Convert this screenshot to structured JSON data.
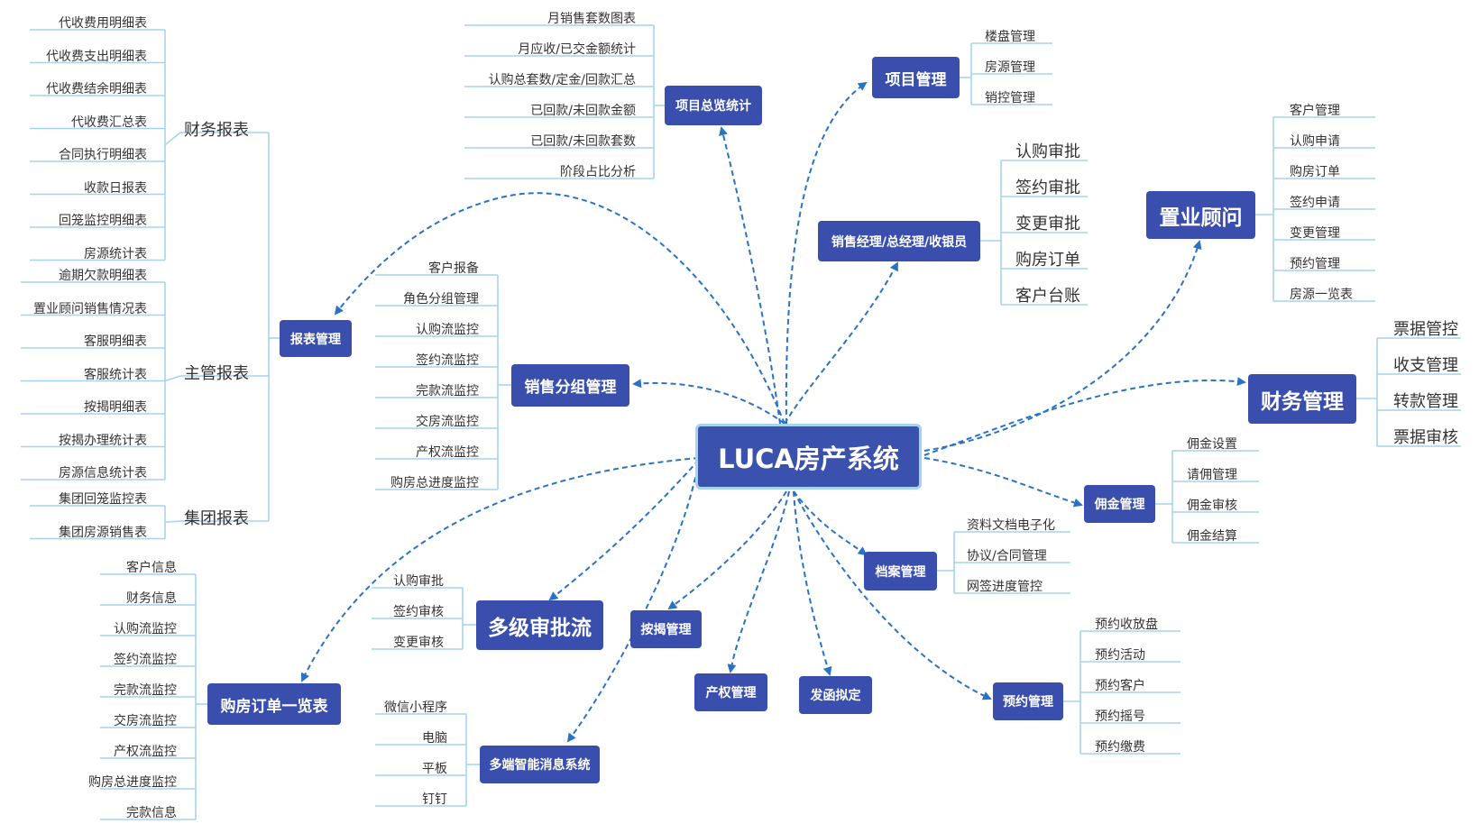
{
  "center": {
    "label": "LUCA房产系统"
  },
  "topics": {
    "baobiao": "报表管理",
    "zonglan": "项目总览统计",
    "xiangmu": "项目管理",
    "xiaoshou_jingli": "销售经理/总经理/收银员",
    "zhiye": "置业顾问",
    "caiwu": "财务管理",
    "yongjin": "佣金管理",
    "dangan": "档案管理",
    "yuyue": "预约管理",
    "fahan": "发函拟定",
    "chanquan": "产权管理",
    "anjie": "按揭管理",
    "xiaoxi": "多端智能消息系统",
    "shenpi": "多级审批流",
    "dingdan": "购房订单一览表",
    "fenzu": "销售分组管理"
  },
  "groups": {
    "caiwu_baobiao": "财务报表",
    "zhuguan_baobiao": "主管报表",
    "jituan_baobiao": "集团报表"
  },
  "leaves": {
    "caiwu_baobiao": [
      "代收费用明细表",
      "代收费支出明细表",
      "代收费结余明细表",
      "代收费汇总表",
      "合同执行明细表",
      "收款日报表",
      "回笼监控明细表",
      "房源统计表"
    ],
    "zhuguan_baobiao": [
      "逾期欠款明细表",
      "置业顾问销售情况表",
      "客服明细表",
      "客服统计表",
      "按揭明细表",
      "按揭办理统计表",
      "房源信息统计表"
    ],
    "jituan_baobiao": [
      "集团回笼监控表",
      "集团房源销售表"
    ],
    "zonglan": [
      "月销售套数图表",
      "月应收/已交金额统计",
      "认购总套数/定金/回款汇总",
      "已回款/未回款金额",
      "已回款/未回款套数",
      "阶段占比分析"
    ],
    "xiangmu": [
      "楼盘管理",
      "房源管理",
      "销控管理"
    ],
    "xiaoshou_jingli": [
      "认购审批",
      "签约审批",
      "变更审批",
      "购房订单",
      "客户台账"
    ],
    "zhiye": [
      "客户管理",
      "认购申请",
      "购房订单",
      "签约申请",
      "变更管理",
      "预约管理",
      "房源一览表"
    ],
    "caiwu": [
      "票据管控",
      "收支管理",
      "转款管理",
      "票据审核"
    ],
    "yongjin": [
      "佣金设置",
      "请佣管理",
      "佣金审核",
      "佣金结算"
    ],
    "dangan": [
      "资料文档电子化",
      "协议/合同管理",
      "网签进度管控"
    ],
    "yuyue": [
      "预约收放盘",
      "预约活动",
      "预约客户",
      "预约摇号",
      "预约缴费"
    ],
    "xiaoxi": [
      "微信小程序",
      "电脑",
      "平板",
      "钉钉"
    ],
    "shenpi": [
      "认购审批",
      "签约审核",
      "变更审核"
    ],
    "dingdan": [
      "客户信息",
      "财务信息",
      "认购流监控",
      "签约流监控",
      "完款流监控",
      "交房流监控",
      "产权流监控",
      "购房总进度监控",
      "完款信息"
    ],
    "fenzu": [
      "客户报备",
      "角色分组管理",
      "认购流监控",
      "签约流监控",
      "完款流监控",
      "交房流监控",
      "产权流监控",
      "购房总进度监控"
    ]
  },
  "colors": {
    "node": "#3a4fad",
    "center_border": "#a6d4f0",
    "tree_line": "#a6d4f0",
    "arrow": "#2a73c4"
  }
}
